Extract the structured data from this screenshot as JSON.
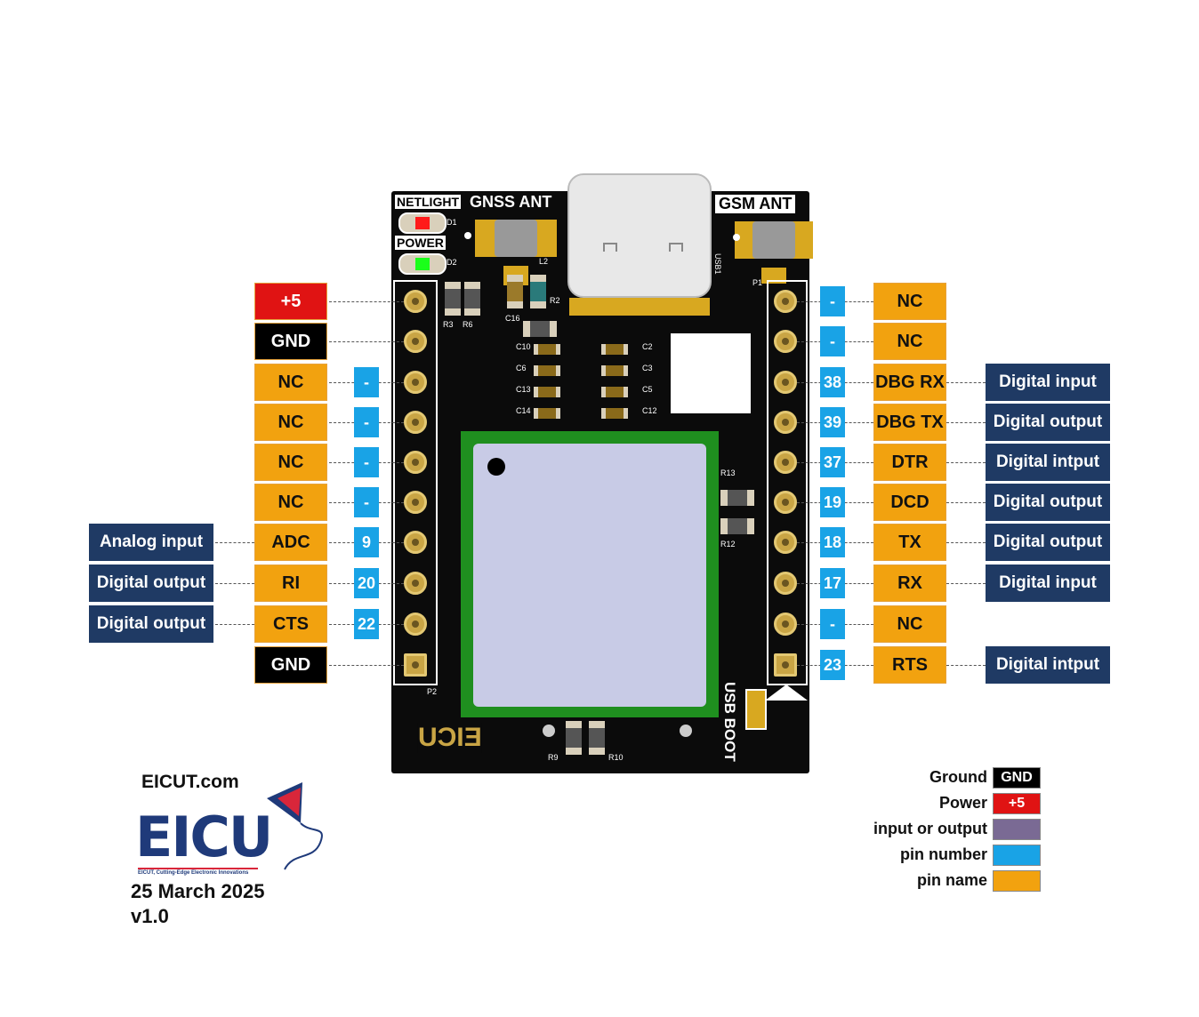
{
  "board": {
    "silk_netlight": "NETLIGHT",
    "silk_power": "POWER",
    "silk_gnss": "GNSS ANT",
    "silk_gsm": "GSM ANT",
    "silk_usb_boot": "USB BOOT",
    "silk_logo": "EICU",
    "ref_d1": "D1",
    "ref_d2": "D2",
    "ref_l2": "L2",
    "ref_r2": "R2",
    "ref_usb1": "USB1",
    "ref_p1": "P1",
    "ref_p2": "P2",
    "ref_r3": "R3",
    "ref_r6": "R6",
    "ref_c16": "C16",
    "ref_c10": "C10",
    "ref_c6": "C6",
    "ref_c13": "C13",
    "ref_c14": "C14",
    "ref_c2": "C2",
    "ref_c3": "C3",
    "ref_c5": "C5",
    "ref_c12": "C12",
    "ref_r13": "R13",
    "ref_r12": "R12",
    "ref_r9": "R9",
    "ref_r10": "R10"
  },
  "left_pins": [
    {
      "name": "+5",
      "kind": "power"
    },
    {
      "name": "GND",
      "kind": "ground"
    },
    {
      "name": "NC",
      "number": "-"
    },
    {
      "name": "NC",
      "number": "-"
    },
    {
      "name": "NC",
      "number": "-"
    },
    {
      "name": "NC",
      "number": "-"
    },
    {
      "name": "ADC",
      "number": "9",
      "function": "Analog input"
    },
    {
      "name": "RI",
      "number": "20",
      "function": "Digital output"
    },
    {
      "name": "CTS",
      "number": "22",
      "function": "Digital output"
    },
    {
      "name": "GND",
      "kind": "ground"
    }
  ],
  "right_pins": [
    {
      "name": "NC",
      "number": "-"
    },
    {
      "name": "NC",
      "number": "-"
    },
    {
      "name": "DBG RX",
      "number": "38",
      "function": "Digital input"
    },
    {
      "name": "DBG TX",
      "number": "39",
      "function": "Digital output"
    },
    {
      "name": "DTR",
      "number": "37",
      "function": "Digital intput"
    },
    {
      "name": "DCD",
      "number": "19",
      "function": "Digital output"
    },
    {
      "name": "TX",
      "number": "18",
      "function": "Digital output"
    },
    {
      "name": "RX",
      "number": "17",
      "function": "Digital input"
    },
    {
      "name": "NC",
      "number": "-"
    },
    {
      "name": "RTS",
      "number": "23",
      "function": "Digital intput"
    }
  ],
  "branding": {
    "site": "EICUT.com",
    "logo_text": "EICU",
    "tagline": "EICUT, Cutting-Edge Electronic Innovations",
    "date": "25 March 2025",
    "version": "v1.0"
  },
  "legend": [
    {
      "label": "Ground",
      "swatch_text": "GND",
      "color": "#000000"
    },
    {
      "label": "Power",
      "swatch_text": "+5",
      "color": "#e01313"
    },
    {
      "label": "input or output",
      "swatch_text": "",
      "color": "#7a6a94"
    },
    {
      "label": "pin number",
      "swatch_text": "",
      "color": "#19a3e6"
    },
    {
      "label": "pin name",
      "swatch_text": "",
      "color": "#f2a20f"
    }
  ],
  "colors": {
    "pin_name": "#f2a20f",
    "pin_number": "#19a3e6",
    "function": "#1f3a64",
    "ground": "#000000",
    "power": "#e01313",
    "pcb": "#0b0b0b",
    "module": "#c8cbe6",
    "module_frame": "#1f8f1f"
  }
}
